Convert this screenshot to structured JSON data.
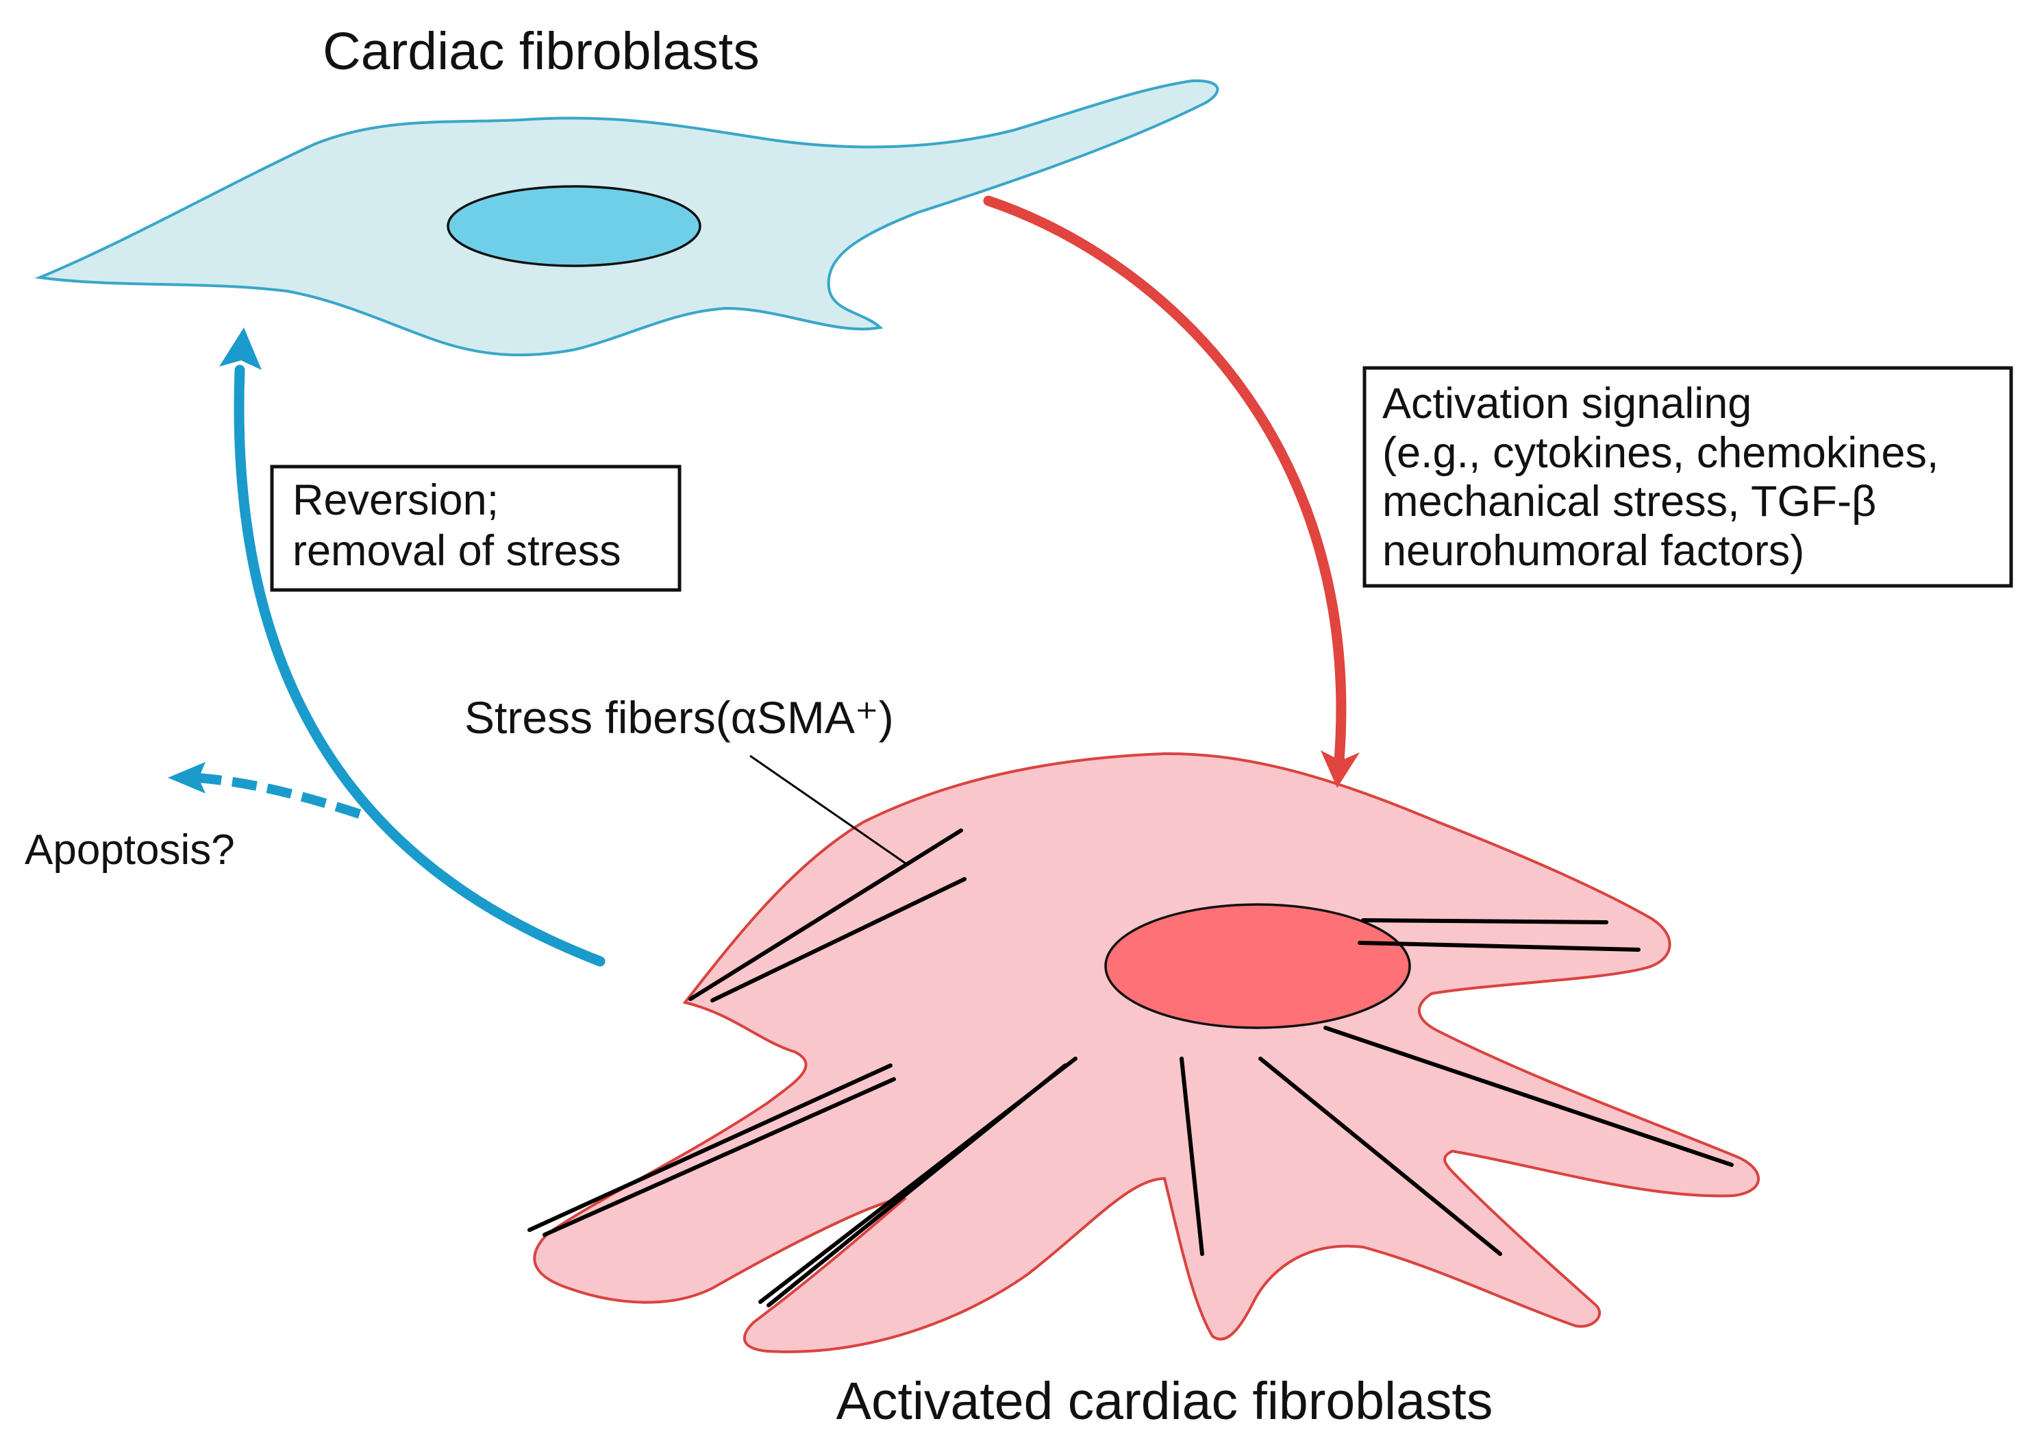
{
  "title_top": "Cardiac fibroblasts",
  "title_bottom": "Activated cardiac fibroblasts",
  "activation_box": {
    "lines": [
      "Activation signaling",
      "(e.g., cytokines, chemokines,",
      "mechanical stress, TGF-β",
      "neurohumoral factors)"
    ]
  },
  "reversion_box": {
    "lines": [
      "Reversion;",
      "removal of stress"
    ]
  },
  "stress_fibers_label": "Stress fibers(αSMA⁺)",
  "apoptosis_label": "Apoptosis?",
  "colors": {
    "resting_cell_fill": "#d4ecf0",
    "resting_cell_outline": "#3aa6c8",
    "resting_nucleus": "#6fcfe9",
    "activated_cell_fill": "#f9c6cc",
    "activated_cell_outline": "#d9443f",
    "activated_nucleus": "#fe7176",
    "activation_arrow": "#e0453f",
    "reversion_arrow": "#1a9bcb"
  }
}
